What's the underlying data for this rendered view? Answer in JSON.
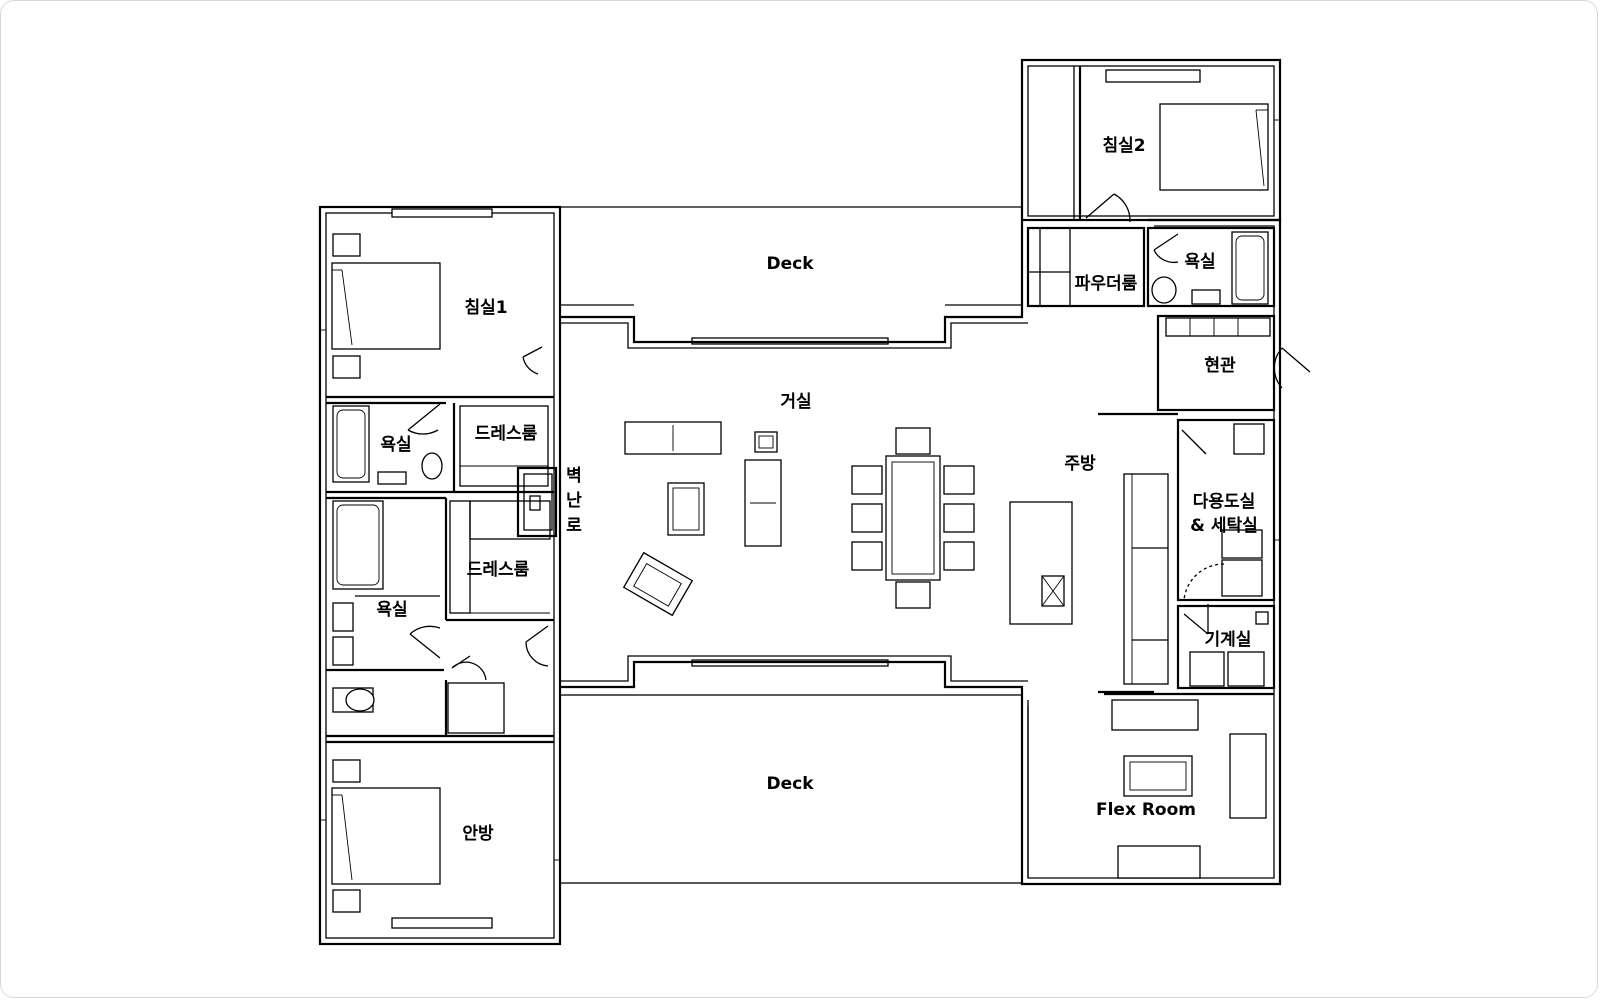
{
  "plan": {
    "rooms": {
      "bedroom1": "침실1",
      "bedroom2": "침실2",
      "master_bedroom": "안방",
      "bath_upper_left": "욕실",
      "bath_lower_left": "욕실",
      "bath_right": "욕실",
      "dressroom_upper": "드레스룸",
      "dressroom_lower": "드레스룸",
      "fireplace": [
        "벽",
        "난",
        "로"
      ],
      "deck_top": "Deck",
      "deck_bottom": "Deck",
      "living": "거실",
      "kitchen": "주방",
      "powder_room": "파우더룸",
      "entrance": "현관",
      "utility_laundry": [
        "다용도실",
        "& 세탁실"
      ],
      "mechanical": "기계실",
      "flex_room": "Flex Room"
    }
  }
}
